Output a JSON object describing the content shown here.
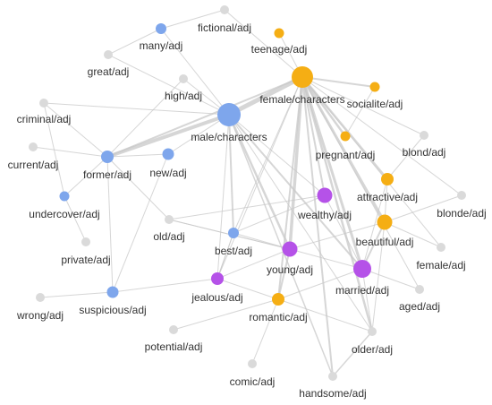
{
  "colors": {
    "male": "#7ea6ec",
    "female": "#f5ae14",
    "both": "#b552e8",
    "neutral": "#dadada",
    "edge": "#c8c8c8"
  },
  "nodes": [
    {
      "id": "male",
      "label": "male/characters",
      "group": "male"
    },
    {
      "id": "female",
      "label": "female/characters",
      "group": "female"
    },
    {
      "id": "many",
      "label": "many/adj",
      "group": "male"
    },
    {
      "id": "fictional",
      "label": "fictional/adj",
      "group": "neutral"
    },
    {
      "id": "teenage",
      "label": "teenage/adj",
      "group": "female"
    },
    {
      "id": "great",
      "label": "great/adj",
      "group": "neutral"
    },
    {
      "id": "high",
      "label": "high/adj",
      "group": "neutral"
    },
    {
      "id": "socialite",
      "label": "socialite/adj",
      "group": "female"
    },
    {
      "id": "criminal",
      "label": "criminal/adj",
      "group": "neutral"
    },
    {
      "id": "current",
      "label": "current/adj",
      "group": "neutral"
    },
    {
      "id": "former",
      "label": "former/adj",
      "group": "male"
    },
    {
      "id": "new",
      "label": "new/adj",
      "group": "male"
    },
    {
      "id": "pregnant",
      "label": "pregnant/adj",
      "group": "female"
    },
    {
      "id": "blond",
      "label": "blond/adj",
      "group": "neutral"
    },
    {
      "id": "attractive",
      "label": "attractive/adj",
      "group": "female"
    },
    {
      "id": "undercover",
      "label": "undercover/adj",
      "group": "male"
    },
    {
      "id": "wealthy",
      "label": "wealthy/adj",
      "group": "both"
    },
    {
      "id": "blonde",
      "label": "blonde/adj",
      "group": "neutral"
    },
    {
      "id": "old",
      "label": "old/adj",
      "group": "neutral"
    },
    {
      "id": "beautiful",
      "label": "beautiful/adj",
      "group": "female"
    },
    {
      "id": "best",
      "label": "best/adj",
      "group": "male"
    },
    {
      "id": "private",
      "label": "private/adj",
      "group": "neutral"
    },
    {
      "id": "young",
      "label": "young/adj",
      "group": "both"
    },
    {
      "id": "female_adj",
      "label": "female/adj",
      "group": "neutral"
    },
    {
      "id": "married",
      "label": "married/adj",
      "group": "both"
    },
    {
      "id": "jealous",
      "label": "jealous/adj",
      "group": "both"
    },
    {
      "id": "aged",
      "label": "aged/adj",
      "group": "neutral"
    },
    {
      "id": "wrong",
      "label": "wrong/adj",
      "group": "neutral"
    },
    {
      "id": "suspicious",
      "label": "suspicious/adj",
      "group": "male"
    },
    {
      "id": "romantic",
      "label": "romantic/adj",
      "group": "female"
    },
    {
      "id": "potential",
      "label": "potential/adj",
      "group": "neutral"
    },
    {
      "id": "older",
      "label": "older/adj",
      "group": "neutral"
    },
    {
      "id": "comic",
      "label": "comic/adj",
      "group": "neutral"
    },
    {
      "id": "handsome",
      "label": "handsome/adj",
      "group": "neutral"
    }
  ],
  "edges": [
    [
      "male",
      "female"
    ],
    [
      "male",
      "former"
    ],
    [
      "male",
      "young"
    ],
    [
      "male",
      "best"
    ],
    [
      "male",
      "married"
    ],
    [
      "male",
      "wealthy"
    ],
    [
      "male",
      "high"
    ],
    [
      "male",
      "new"
    ],
    [
      "male",
      "jealous"
    ],
    [
      "male",
      "many"
    ],
    [
      "male",
      "great"
    ],
    [
      "male",
      "criminal"
    ],
    [
      "male",
      "older"
    ],
    [
      "male",
      "handsome"
    ],
    [
      "female",
      "young"
    ],
    [
      "female",
      "married"
    ],
    [
      "female",
      "beautiful"
    ],
    [
      "female",
      "attractive"
    ],
    [
      "female",
      "pregnant"
    ],
    [
      "female",
      "wealthy"
    ],
    [
      "female",
      "socialite"
    ],
    [
      "female",
      "former"
    ],
    [
      "female",
      "teenage"
    ],
    [
      "female",
      "romantic"
    ],
    [
      "female",
      "blonde"
    ],
    [
      "female",
      "older"
    ],
    [
      "female",
      "best"
    ],
    [
      "female",
      "jealous"
    ],
    [
      "female",
      "female_adj"
    ],
    [
      "female",
      "aged"
    ],
    [
      "female",
      "handsome"
    ],
    [
      "female",
      "blond"
    ],
    [
      "female",
      "fictional"
    ],
    [
      "young",
      "romantic"
    ],
    [
      "young",
      "jealous"
    ],
    [
      "young",
      "married"
    ],
    [
      "young",
      "beautiful"
    ],
    [
      "young",
      "old"
    ],
    [
      "young",
      "best"
    ],
    [
      "married",
      "beautiful"
    ],
    [
      "married",
      "romantic"
    ],
    [
      "married",
      "attractive"
    ],
    [
      "married",
      "aged"
    ],
    [
      "married",
      "wealthy"
    ],
    [
      "beautiful",
      "attractive"
    ],
    [
      "beautiful",
      "blonde"
    ],
    [
      "beautiful",
      "female_adj"
    ],
    [
      "beautiful",
      "older"
    ],
    [
      "attractive",
      "blond"
    ],
    [
      "wealthy",
      "old"
    ],
    [
      "wealthy",
      "best"
    ],
    [
      "romantic",
      "jealous"
    ],
    [
      "romantic",
      "older"
    ],
    [
      "romantic",
      "comic"
    ],
    [
      "romantic",
      "potential"
    ],
    [
      "suspicious",
      "jealous"
    ],
    [
      "suspicious",
      "wrong"
    ],
    [
      "suspicious",
      "former"
    ],
    [
      "suspicious",
      "new"
    ],
    [
      "former",
      "current"
    ],
    [
      "former",
      "undercover"
    ],
    [
      "former",
      "new"
    ],
    [
      "former",
      "old"
    ],
    [
      "former",
      "criminal"
    ],
    [
      "jealous",
      "best"
    ],
    [
      "undercover",
      "private"
    ],
    [
      "undercover",
      "criminal"
    ],
    [
      "many",
      "great"
    ],
    [
      "many",
      "fictional"
    ],
    [
      "old",
      "young"
    ],
    [
      "best",
      "jealous"
    ],
    [
      "older",
      "handsome"
    ],
    [
      "older",
      "married"
    ],
    [
      "socialite",
      "pregnant"
    ],
    [
      "high",
      "former"
    ]
  ]
}
